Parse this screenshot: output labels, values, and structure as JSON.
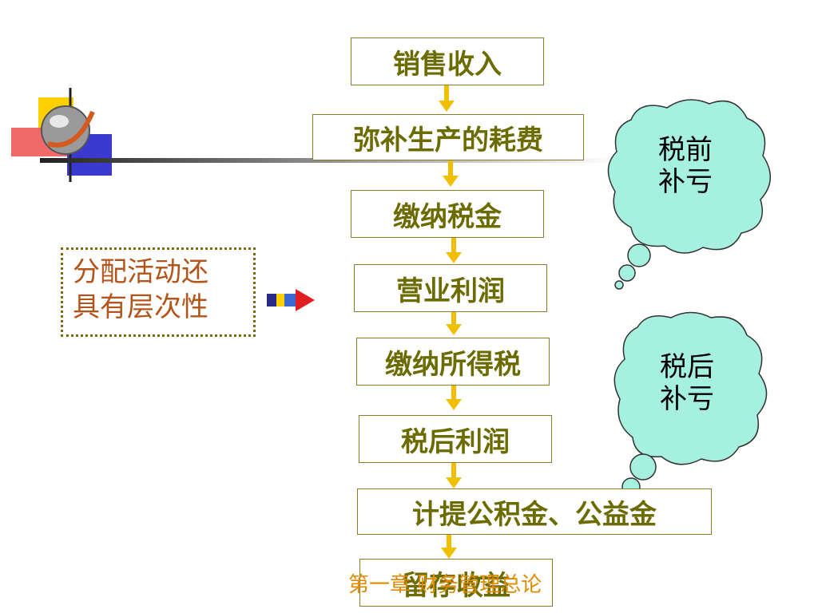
{
  "flow": [
    "销售收入",
    "弥补生产的耗费",
    "缴纳税金",
    "营业利润",
    "缴纳所得税",
    "税后利润",
    "计提公积金、公益金",
    "留存收益"
  ],
  "note": {
    "line1": "分配活动还",
    "line2": "具有层次性"
  },
  "clouds": {
    "pre_tax": {
      "line1": "税前",
      "line2": "补亏"
    },
    "post_tax": {
      "line1": "税后",
      "line2": "补亏"
    }
  },
  "footer": "第一章 财务管理总论",
  "colors": {
    "box_text": "#6b6b00",
    "arrow": "#f0c000",
    "cloud_fill": "#a6f0e0",
    "note_text": "#b3541a",
    "footer_text": "#e08a00"
  }
}
